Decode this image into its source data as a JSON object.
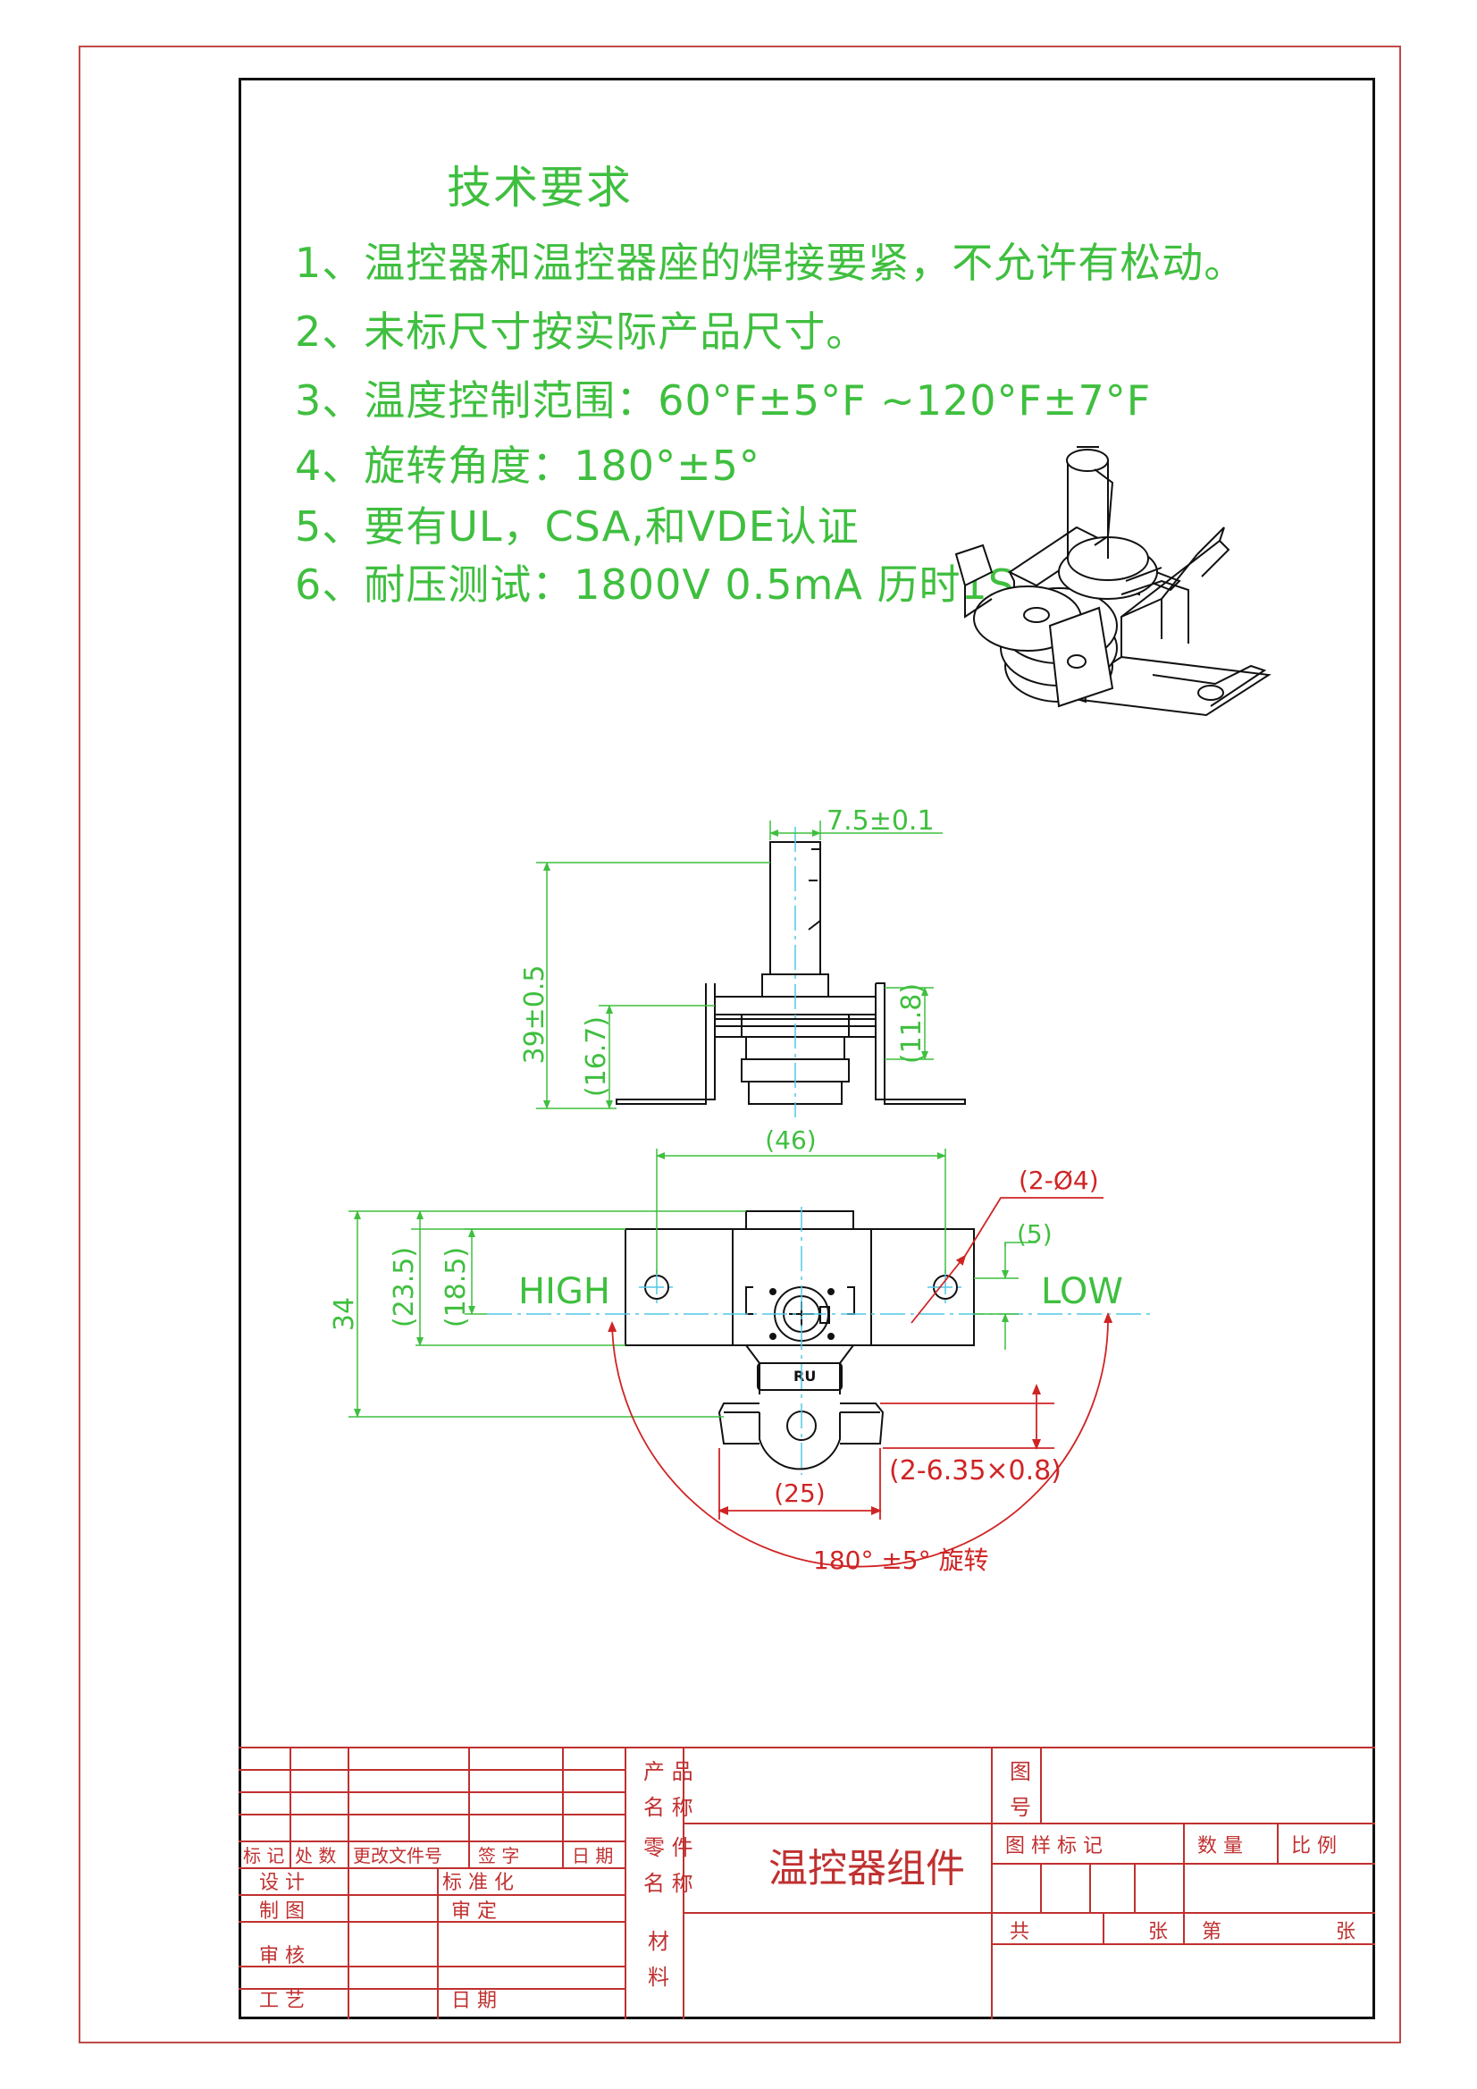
{
  "requirements": {
    "title": "技术要求",
    "items": [
      "1、温控器和温控器座的焊接要紧，不允许有松动。",
      "2、未标尺寸按实际产品尺寸。",
      "3、温度控制范围：60°F±5°F ~120°F±7°F",
      "4、旋转角度：180°±5°",
      "5、要有UL，CSA,和VDE认证",
      "6、耐压测试：1800V  0.5mA 历时1S"
    ]
  },
  "dimensions": {
    "shaft_width": "7.5±0.1",
    "total_height": "39±0.5",
    "base_height": "(16.7)",
    "bracket_height": "(11.8)",
    "hole_spacing": "(46)",
    "hole_dia": "(2-Ø4)",
    "hole_offset": "(5)",
    "outer_width": "34",
    "width_23_5": "(23.5)",
    "width_18_5": "(18.5)",
    "high_label": "HIGH",
    "low_label": "LOW",
    "terminal_spec": "(2-6.35×0.8)",
    "terminal_spacing": "(25)",
    "rotation": "180° ±5° 旋转",
    "ul_mark": "RU"
  },
  "title_block": {
    "product_name_label": [
      "产 品",
      "名 称"
    ],
    "part_name_label": [
      "零 件",
      "名 称"
    ],
    "material_label": [
      "材",
      "料"
    ],
    "drawing_no_label": [
      "图",
      "号"
    ],
    "part_name": "温控器组件",
    "rev_headers": [
      "标 记",
      "处 数",
      "更改文件号",
      "签 字",
      "日 期"
    ],
    "sig_left": [
      "设 计",
      "制 图",
      "审 核",
      "工 艺"
    ],
    "sig_mid": [
      "标 准 化",
      "审 定",
      "",
      "日 期"
    ],
    "stage_headers": [
      "图 样 标 记",
      "数 量",
      "比 例"
    ],
    "sheet_row": [
      "共",
      "张",
      "第",
      "张"
    ]
  },
  "colors": {
    "green": "#3fbf3f",
    "cyan": "#50c8e6",
    "red": "#d02424",
    "frame": "#c04848",
    "title_red": "#c03030"
  }
}
